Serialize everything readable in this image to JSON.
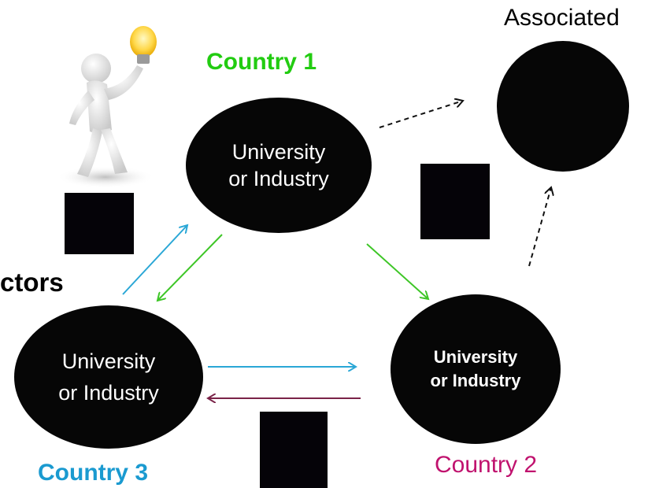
{
  "labels": {
    "associated": "Associated",
    "actors": "ctors",
    "country1": "Country 1",
    "country2": "Country 2",
    "country3": "Country 3"
  },
  "nodes": {
    "n1": {
      "line1": "University",
      "line2": "or Industry"
    },
    "n2": {
      "line1": "University",
      "line2": "or Industry"
    },
    "n3": {
      "line1": "University",
      "line2": "or Industry"
    }
  },
  "colors": {
    "country1": "#22cc11",
    "country2": "#c0126e",
    "country3": "#1a9ad0",
    "arrow_blue": "#2aa7d6",
    "arrow_green": "#3ec627",
    "arrow_maroon": "#7a2348",
    "arrow_dashed": "#111111",
    "node_fill": "#060606"
  }
}
